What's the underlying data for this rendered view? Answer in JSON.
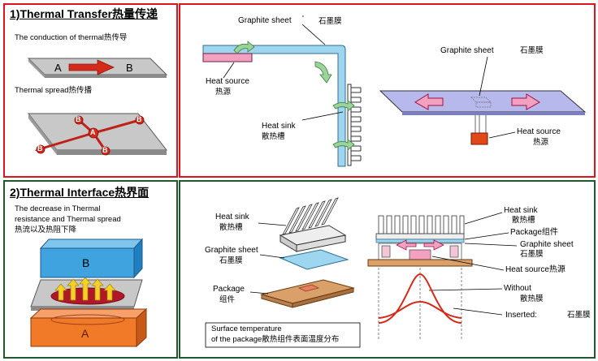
{
  "colors": {
    "top_border": "#e0141c",
    "bottom_border": "#1f5a2a",
    "graphite": "#9fd6ef",
    "heat_source": "#f2a2c0",
    "red_arrow": "#d42a1a",
    "plate_gray": "#c8c8c8",
    "blue_block": "#3fa3e0",
    "orange_block": "#f07a28",
    "package_tan": "#d9a06a",
    "lavender": "#b7b8ec",
    "green_arrow": "#9bd39b"
  },
  "section1": {
    "title": "1)Thermal Transfer热量传递",
    "conduction_label": "The conduction of thermal热传导",
    "spread_label": "Thermal spread热传播",
    "point_a": "A",
    "point_b": "B",
    "points_spread": [
      "B",
      "B",
      "A",
      "B",
      "B"
    ]
  },
  "section1_right": {
    "graphite_en": "Graphite sheet",
    "graphite_mark": "'",
    "graphite_cn": "石墨膜",
    "heat_source_en": "Heat source",
    "heat_source_cn": "热源",
    "heat_sink_en": "Heat sink",
    "heat_sink_cn": "散热槽",
    "graphite2_en": "Graphite sheet",
    "graphite2_cn": "石墨膜",
    "heat_source2_en": "Heat source",
    "heat_source2_cn": "热源"
  },
  "section2": {
    "title": "2)Thermal Interface热界面",
    "desc_line1": "The decrease in Thermal",
    "desc_line2": "resistance and Thermal spread",
    "desc_line3": "热流以及热阻下降",
    "block_b": "B",
    "block_a": "A"
  },
  "section2_right": {
    "heat_sink_en": "Heat sink",
    "heat_sink_cn": "散热槽",
    "graphite_en": "Graphite sheet",
    "graphite_cn": "石墨膜",
    "package_en": "Package",
    "package_cn": "组件",
    "surface_line1": "Surface temperature",
    "surface_line2": "of the package散热组件表面温度分布",
    "r_heat_sink_en": "Heat sink",
    "r_heat_sink_cn": "散热槽",
    "r_package": "Package组件",
    "r_graphite_en": "Graphite  sheet",
    "r_graphite_cn": "石墨膜",
    "r_heat_source": "Heat source热源",
    "without_en": "Without",
    "without_cn": "散热膜",
    "inserted_en": "Inserted:",
    "inserted_cn": "石墨膜"
  }
}
